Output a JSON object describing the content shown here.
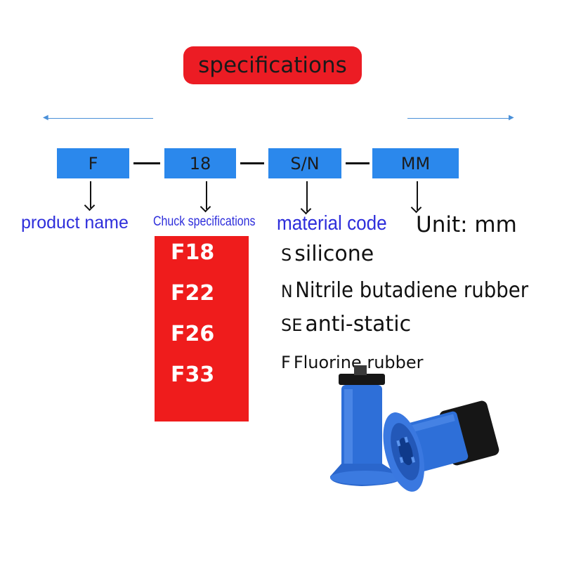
{
  "title": "specifications",
  "codes": [
    "F",
    "18",
    "S/N",
    "MM"
  ],
  "labels": {
    "product_name": "product name",
    "chuck_specifications": "Chuck specifications",
    "material_code": "material code",
    "unit": "Unit: mm"
  },
  "specs": [
    "F18",
    "F22",
    "F26",
    "F33"
  ],
  "materials": [
    {
      "code": "S",
      "name": "silicone"
    },
    {
      "code": "N",
      "name": "Nitrile butadiene rubber"
    },
    {
      "code": "SE",
      "name": "anti-static"
    },
    {
      "code": "F",
      "name": "Fluorine rubber"
    }
  ],
  "colors": {
    "title_bg": "#ec1c24",
    "code_box": "#2b88ec",
    "spec_column": "#ef1c1c",
    "label_blue": "#2e2edb",
    "suction_cup": "#2e6fd8",
    "fitting": "#161616"
  }
}
